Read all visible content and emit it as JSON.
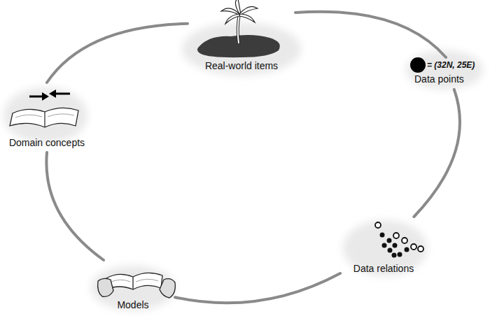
{
  "diagram": {
    "nodes": [
      {
        "text": [
          "Real-world items"
        ]
      },
      {
        "text": [
          "= (32N, 25E)",
          "Data points"
        ]
      },
      {
        "text": [
          "Data relations"
        ]
      },
      {
        "text": [
          "Models"
        ]
      },
      {
        "text": [
          "Domain concepts"
        ]
      }
    ],
    "edges": [
      {
        "from": 0,
        "to": 1,
        "arrow": "none"
      },
      {
        "from": 1,
        "to": 2,
        "arrow": "none"
      },
      {
        "from": 2,
        "to": 3,
        "arrow": "none"
      },
      {
        "from": 3,
        "to": 4,
        "arrow": "none"
      },
      {
        "from": 4,
        "to": 0,
        "arrow": "none"
      }
    ]
  }
}
